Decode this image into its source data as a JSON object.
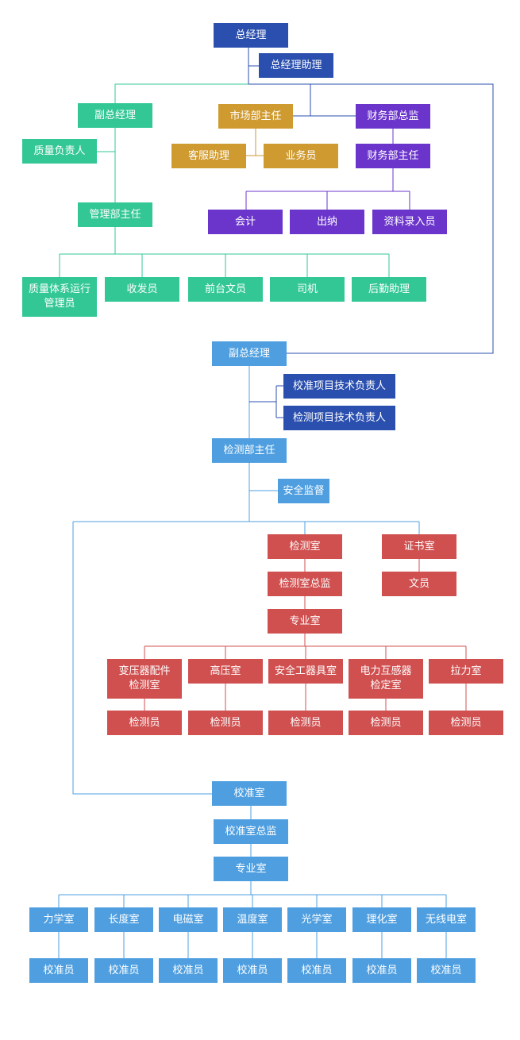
{
  "colors": {
    "navy": "#2a4fae",
    "green": "#33c795",
    "gold": "#cf9a30",
    "purple": "#6b35cc",
    "blue": "#4f9fe0",
    "red": "#d05050"
  },
  "nodes": {
    "gm": "总经理",
    "gm_assistant": "总经理助理",
    "vgm1": "副总经理",
    "quality_lead": "质量负责人",
    "market_director": "市场部主任",
    "cs_assistant": "客服助理",
    "salesperson": "业务员",
    "finance_chief": "财务部总监",
    "finance_director": "财务部主任",
    "accountant": "会计",
    "cashier": "出纳",
    "data_entry": "资料录入员",
    "mgmt_director": "管理部主任",
    "qs_admin": "质量体系运行\n管理员",
    "mail_clerk": "收发员",
    "front_desk": "前台文员",
    "driver": "司机",
    "logistics_assistant": "后勤助理",
    "vgm2": "副总经理",
    "calib_tech_lead": "校准项目技术负责人",
    "test_tech_lead": "检测项目技术负责人",
    "test_dept_director": "检测部主任",
    "safety_supervisor": "安全监督",
    "test_room": "检测室",
    "cert_room": "证书室",
    "test_room_chief": "检测室总监",
    "clerk": "文员",
    "test_specialty_room": "专业室",
    "transformer_room": "变压器配件\n检测室",
    "hv_room": "高压室",
    "safety_tools_room": "安全工器具室",
    "instrument_tf_room": "电力互感器\n检定室",
    "tension_room": "拉力室",
    "tester_1": "检测员",
    "tester_2": "检测员",
    "tester_3": "检测员",
    "tester_4": "检测员",
    "tester_5": "检测员",
    "calib_room": "校准室",
    "calib_room_chief": "校准室总监",
    "calib_specialty_room": "专业室",
    "mechanics_room": "力学室",
    "length_room": "长度室",
    "em_room": "电磁室",
    "temperature_room": "温度室",
    "optics_room": "光学室",
    "physchem_room": "理化室",
    "radio_room": "无线电室",
    "calibrator_1": "校准员",
    "calibrator_2": "校准员",
    "calibrator_3": "校准员",
    "calibrator_4": "校准员",
    "calibrator_5": "校准员",
    "calibrator_6": "校准员",
    "calibrator_7": "校准员"
  }
}
